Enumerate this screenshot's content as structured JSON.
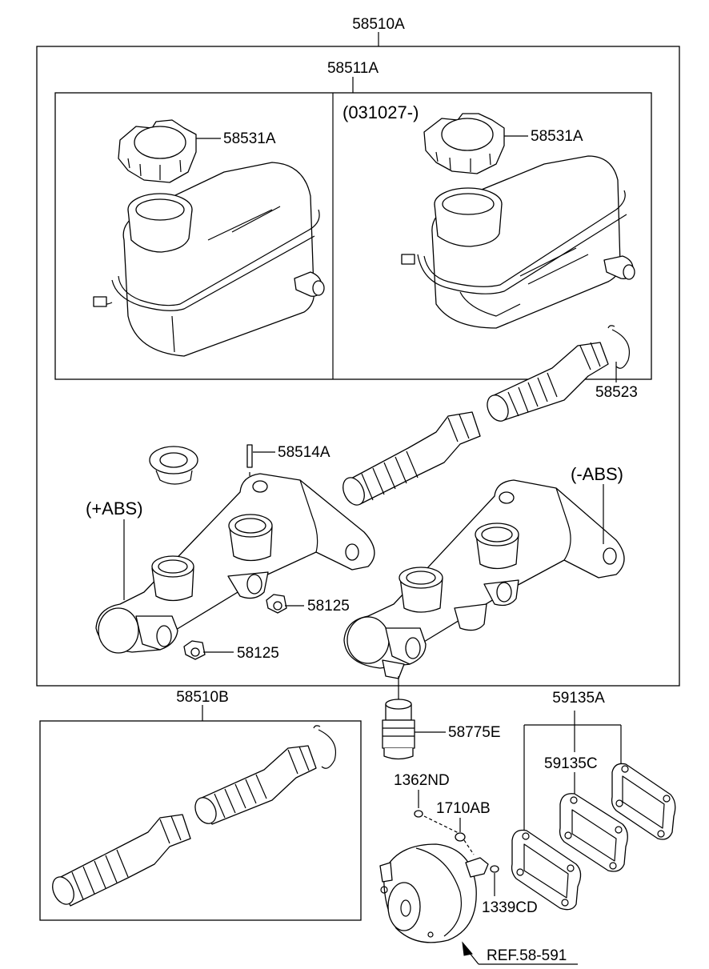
{
  "labels": {
    "assy_master_cyl": "58510A",
    "reservoir_assy": "58511A",
    "date_code": "(031027-)",
    "cap_left": "58531A",
    "cap_right": "58531A",
    "snap_ring": "58523",
    "pin": "58514A",
    "abs_plus": "(+ABS)",
    "abs_minus": "(-ABS)",
    "plug_upper": "58125",
    "plug_lower": "58125",
    "piston_kit": "58510B",
    "fitting": "58775E",
    "gasket_set": "59135A",
    "gasket": "59135C",
    "nut_a": "1362ND",
    "clip": "1710AB",
    "nut_b": "1339CD",
    "reference": "REF.58-591"
  }
}
